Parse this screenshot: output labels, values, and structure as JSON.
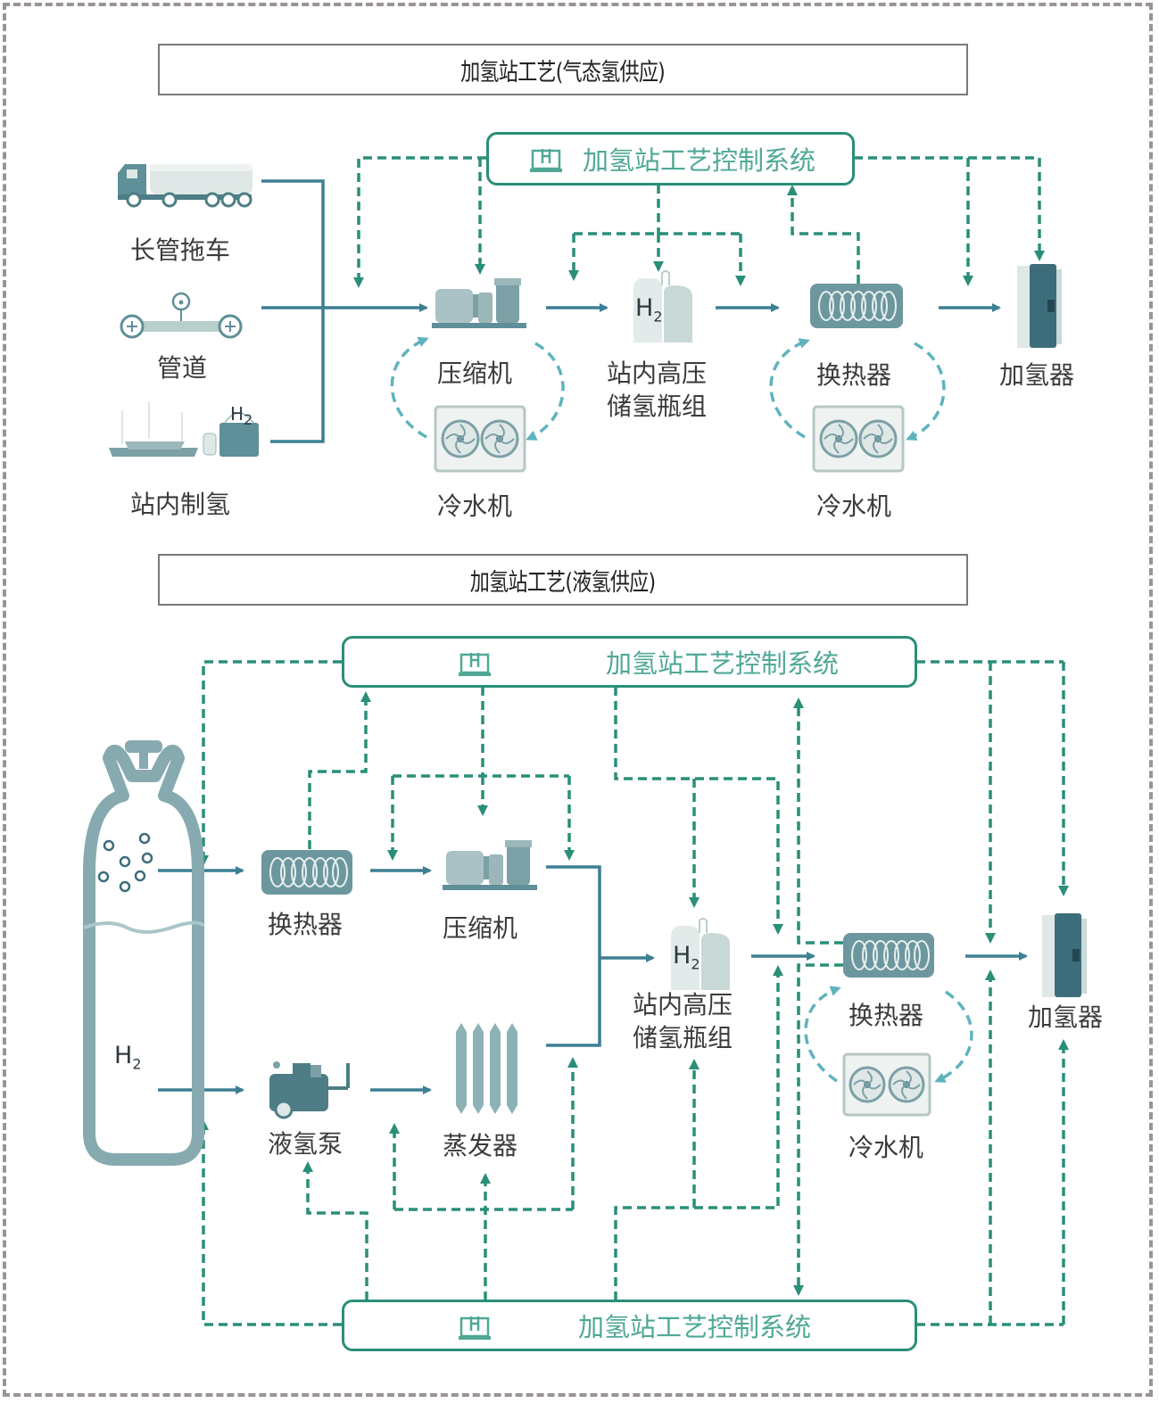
{
  "colors": {
    "flow_line": "#3d7f93",
    "control_dash": "#2a8f78",
    "cooling_loop": "#5fb3bd",
    "equipment": "#5f8f98",
    "frame": "#9a9492",
    "text": "#3b3b3b",
    "control_text": "#4fa895"
  },
  "gaseous_supply": {
    "title": "加氢站工艺(气态氢供应)",
    "control_system": {
      "label": "加氢站工艺控制系统",
      "icon": "laptop-control-icon"
    },
    "sources": [
      {
        "label": "长管拖车",
        "icon": "tube-trailer-truck-icon"
      },
      {
        "label": "管道",
        "icon": "pipeline-valve-icon"
      },
      {
        "label": "站内制氢",
        "icon": "onsite-electrolysis-icon",
        "badge": "H2"
      }
    ],
    "equipment": [
      {
        "label": "压缩机",
        "icon": "compressor-icon"
      },
      {
        "label": "站内高压储氢瓶组",
        "line1": "站内高压",
        "line2": "储氢瓶组",
        "icon": "h2-storage-cylinder-icon",
        "badge": "H2"
      },
      {
        "label": "换热器",
        "icon": "heat-exchanger-icon"
      },
      {
        "label": "加氢器",
        "icon": "dispenser-icon"
      }
    ],
    "chillers": [
      {
        "label": "冷水机",
        "icon": "chiller-fan-icon",
        "paired_with": "压缩机"
      },
      {
        "label": "冷水机",
        "icon": "chiller-fan-icon",
        "paired_with": "换热器"
      }
    ]
  },
  "liquid_supply": {
    "title": "加氢站工艺(液氢供应)",
    "control_system_top": {
      "label": "加氢站工艺控制系统",
      "icon": "laptop-control-icon"
    },
    "control_system_bottom": {
      "label": "加氢站工艺控制系统",
      "icon": "laptop-control-icon"
    },
    "tank": {
      "icon": "liquid-hydrogen-tank-icon",
      "label": "H2"
    },
    "upper_path": [
      {
        "label": "换热器",
        "icon": "heat-exchanger-icon"
      },
      {
        "label": "压缩机",
        "icon": "compressor-icon"
      }
    ],
    "lower_path": [
      {
        "label": "液氢泵",
        "icon": "liquid-hydrogen-pump-icon"
      },
      {
        "label": "蒸发器",
        "icon": "vaporizer-icon"
      }
    ],
    "storage": {
      "label": "站内高压储氢瓶组",
      "line1": "站内高压",
      "line2": "储氢瓶组",
      "icon": "h2-storage-cylinder-icon",
      "badge": "H2"
    },
    "heat_exchanger": {
      "label": "换热器",
      "icon": "heat-exchanger-icon"
    },
    "chiller": {
      "label": "冷水机",
      "icon": "chiller-fan-icon"
    },
    "dispenser": {
      "label": "加氢器",
      "icon": "dispenser-icon"
    }
  }
}
